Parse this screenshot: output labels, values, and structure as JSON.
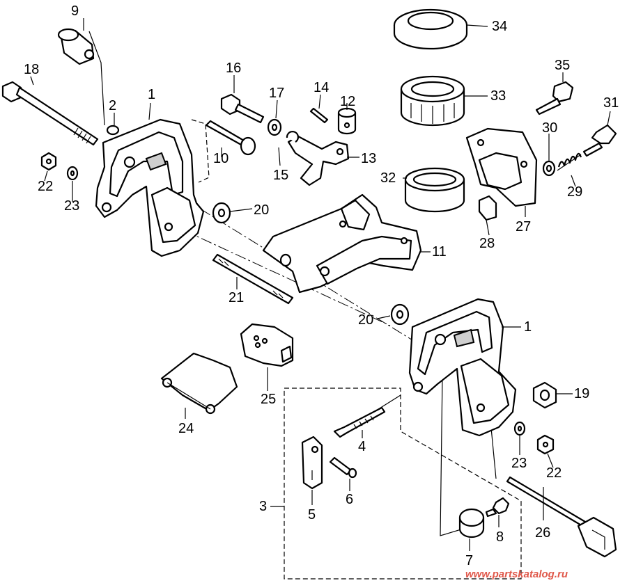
{
  "labels": {
    "p1a": "1",
    "p1b": "1",
    "p2": "2",
    "p3": "3",
    "p4": "4",
    "p5": "5",
    "p6": "6",
    "p7": "7",
    "p8": "8",
    "p9": "9",
    "p10": "10",
    "p11": "11",
    "p12": "12",
    "p13": "13",
    "p14": "14",
    "p15": "15",
    "p16": "16",
    "p17": "17",
    "p18": "18",
    "p19": "19",
    "p20a": "20",
    "p20b": "20",
    "p21": "21",
    "p22a": "22",
    "p22b": "22",
    "p23a": "23",
    "p23b": "23",
    "p24": "24",
    "p25": "25",
    "p26": "26",
    "p27": "27",
    "p28": "28",
    "p29": "29",
    "p30": "30",
    "p31": "31",
    "p32": "32",
    "p33": "33",
    "p34": "34",
    "p35": "35"
  },
  "watermark": "www.partskatalog.ru"
}
